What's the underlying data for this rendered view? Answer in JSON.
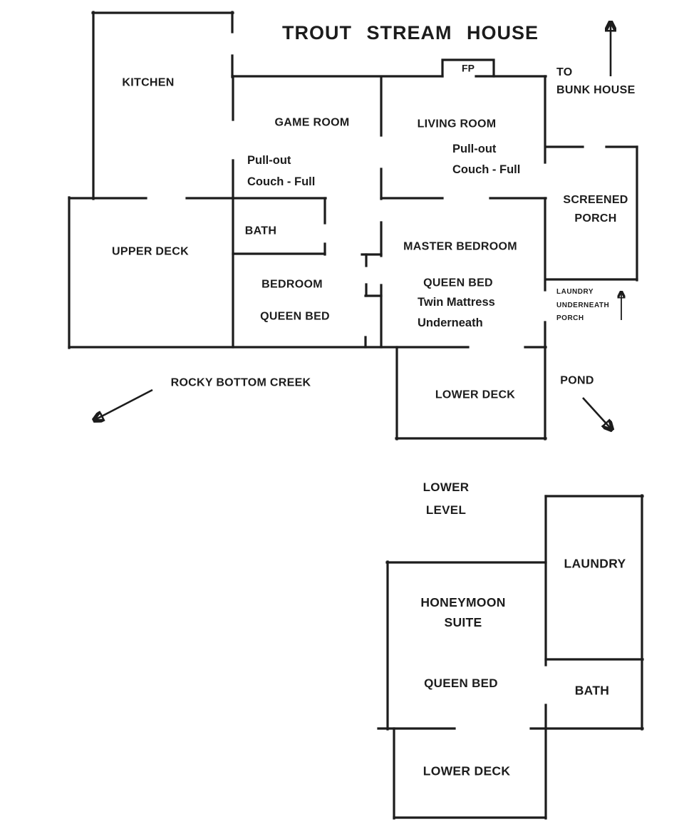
{
  "colors": {
    "ink": "#1c1c1c",
    "paper": "#ffffff"
  },
  "labels": {
    "title": "TROUT STREAM HOUSE",
    "kitchen": "KITCHEN",
    "game_room": "GAME ROOM",
    "living_room": "LIVING ROOM",
    "fireplace": "FP",
    "to_bunk_house": "TO\nBUNK HOUSE",
    "pullout_game": "Pull-out\nCouch - Full",
    "pullout_living": "Pull-out\nCouch - Full",
    "screened_porch": "SCREENED\nPORCH",
    "bath_upper": "BATH",
    "upper_deck": "UPPER DECK",
    "master_bedroom": "MASTER BEDROOM",
    "queen_bed_master": "QUEEN BED",
    "twin_mattress": "Twin Mattress\nUnderneath",
    "bedroom": "BEDROOM",
    "queen_bed_bedroom": "QUEEN BED",
    "laundry_porch_note": "LAUNDRY\nUNDERNEATH\nPORCH",
    "rocky_bottom_creek": "ROCKY BOTTOM CREEK",
    "pond": "POND",
    "lower_deck_main": "LOWER DECK",
    "lower_level": "LOWER\nLEVEL",
    "laundry_lower": "LAUNDRY",
    "honeymoon_suite": "HONEYMOON\nSUITE",
    "queen_bed_lower": "QUEEN BED",
    "bath_lower": "BATH",
    "lower_deck_lower": "LOWER DECK"
  }
}
